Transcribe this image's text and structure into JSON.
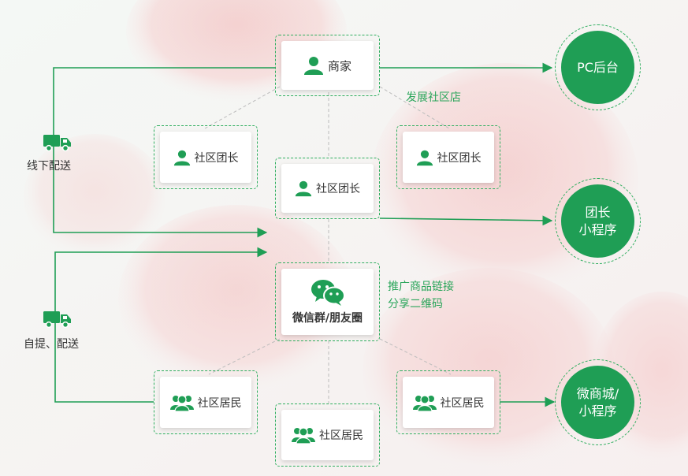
{
  "nodes": {
    "merchant": "商家",
    "leader_left": "社区团长",
    "leader_center": "社区团长",
    "leader_right": "社区团长",
    "wechat": "微信群/朋友圈",
    "resident_left": "社区居民",
    "resident_center": "社区居民",
    "resident_right": "社区居民"
  },
  "outputs": {
    "pc": "PC后台",
    "leader_app_line1": "团长",
    "leader_app_line2": "小程序",
    "shop_line1": "微商城/",
    "shop_line2": "小程序"
  },
  "labels": {
    "develop": "发展社区店",
    "promote_line1": "推广商品链接",
    "promote_line2": "分享二维码",
    "offline": "线下配送",
    "pickup": "自提、配送"
  },
  "colors": {
    "accent": "#1f9e55",
    "line": "#2fae5f"
  },
  "icons": [
    "person-icon",
    "people-icon",
    "wechat-icon",
    "truck-icon"
  ]
}
